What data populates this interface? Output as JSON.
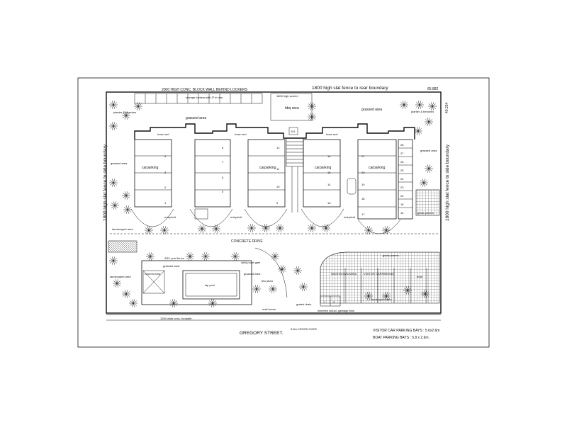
{
  "labels": {
    "rear_wall": "2000 HIGH CONC. BLOCK WALL BEHIND LOCKERS",
    "rear_fence": "1800 high slat fence to rear boundary",
    "rear_dim": "65.882",
    "side_dim": "40.234",
    "left_fence": "1800 high slat fence to side boundary",
    "right_fence": "1800 high slat fence to side boundary",
    "storage_lockers": "storage lockers with 2² m min",
    "screen_1800": "1800 high screen",
    "bbq_area_top": "bbq area",
    "grassed_area": "grassed area",
    "planter_benches": "planter & benches",
    "hose_reel": "hose reel",
    "carparking": "carparking",
    "entry_exit": "entry/exit",
    "concrete_drive": "CONCRETE DRIVE",
    "landscaped_area": "landscaped area",
    "visitor_carparking": "VISITOR CARPARKING",
    "washdown_area": "WASHDOWN AREA",
    "pool_fence": "ASC pool fence",
    "covered_bbq": "covered bbq",
    "lap_pool": "lap pool",
    "child_proof_gate": "child proof gate",
    "bbq_area": "bbq area",
    "mail_boxes": "mail boxes",
    "grated_drain": "grated drain",
    "wheeled_bins": "wheeled indust. garbage bins",
    "footpath": "1200 wide conc. footpath.",
    "street": "GREGORY STREET.",
    "crossover": "5.5m CROSS-OVER",
    "visitor_bays": "VISITOR CAR PARKING BAYS : 5.6x2.6m",
    "boat_bays": "BOAT PARKING BAYS : 5.8 x 2.6m.",
    "grass_pavers": "grass pavers",
    "boat": "boat",
    "bike_parking": "bike",
    "letterbox": "101"
  },
  "bays": {
    "b1": [
      "4",
      "3",
      "2",
      "1"
    ],
    "b2": [
      "8",
      "7",
      "6",
      "5"
    ],
    "b3": [
      "12",
      "11",
      "10",
      "9"
    ],
    "b4": [
      "16",
      "15",
      "14",
      "13"
    ],
    "b5": [
      "21",
      "20",
      "19",
      "18",
      "17"
    ],
    "right": [
      "28",
      "27",
      "26",
      "25",
      "24",
      "23",
      "22",
      "15",
      "14"
    ],
    "bins": [
      "1",
      "2"
    ]
  }
}
